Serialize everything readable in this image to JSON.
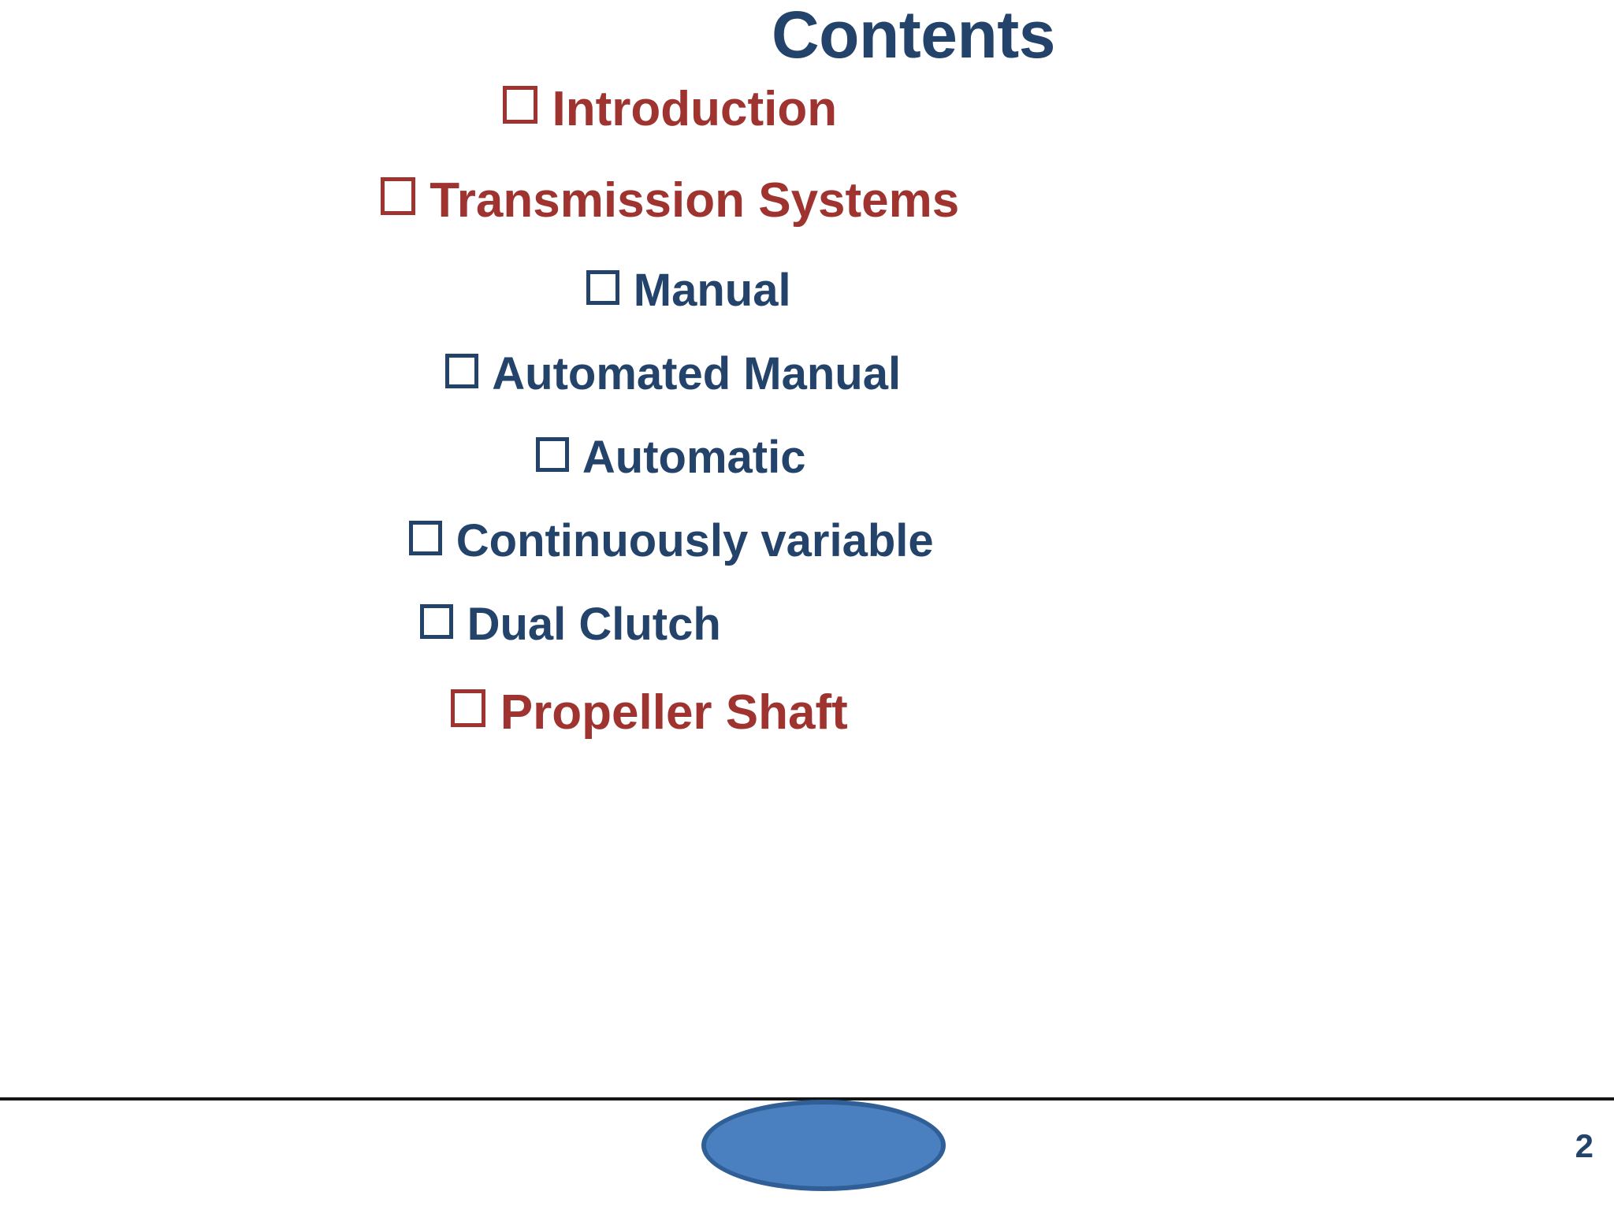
{
  "slide": {
    "title": "Contents",
    "page_number": "2",
    "colors": {
      "title_navy": "#24436a",
      "accent_red": "#9e3330",
      "body_navy": "#24436a",
      "ellipse_fill": "#4a80bf",
      "ellipse_border": "#2f5f96",
      "rule": "#141414",
      "background": "#ffffff"
    },
    "items": [
      {
        "label": "Introduction",
        "level": 0,
        "color": "#9e3330",
        "bullet": "hollow-square-bullet"
      },
      {
        "label": "Transmission Systems",
        "level": 0,
        "color": "#9e3330",
        "bullet": "hollow-square-bullet"
      },
      {
        "label": "Manual",
        "level": 1,
        "color": "#24436a",
        "bullet": "hollow-square-bullet"
      },
      {
        "label": "Automated Manual",
        "level": 1,
        "color": "#24436a",
        "bullet": "hollow-square-bullet"
      },
      {
        "label": "Automatic",
        "level": 1,
        "color": "#24436a",
        "bullet": "hollow-square-bullet"
      },
      {
        "label": "Continuously variable",
        "level": 1,
        "color": "#24436a",
        "bullet": "hollow-square-bullet"
      },
      {
        "label": "Dual Clutch",
        "level": 1,
        "color": "#24436a",
        "bullet": "hollow-square-bullet"
      },
      {
        "label": "Propeller Shaft",
        "level": 0,
        "color": "#9e3330",
        "bullet": "hollow-square-bullet"
      }
    ]
  }
}
